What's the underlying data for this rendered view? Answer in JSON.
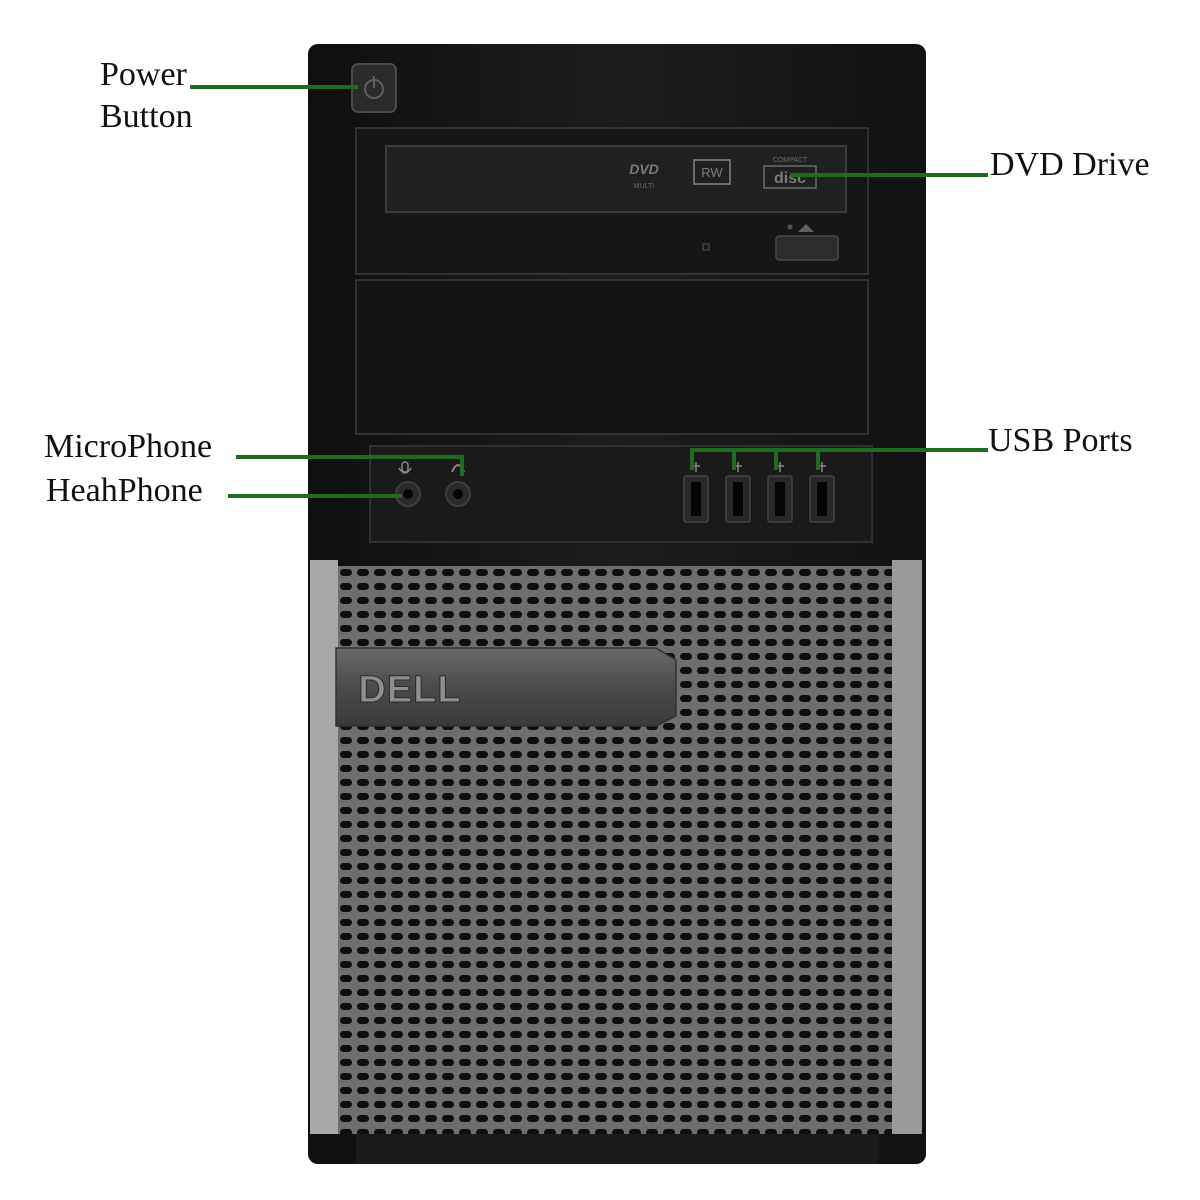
{
  "brand": {
    "logo_text": "DELL",
    "drive_marks": [
      "DVD",
      "MULTI",
      "RW",
      "COMPACT",
      "disc"
    ]
  },
  "colors": {
    "pointer": "#1f6b1f",
    "case_black": "#1c1c1e",
    "grille_silver": "#6d6d6d",
    "background": "#ffffff"
  },
  "labels": {
    "power_line1": "Power",
    "power_line2": "Button",
    "dvd": "DVD Drive",
    "microphone": "MicroPhone",
    "headphone": "HeahPhone",
    "usb": "USB Ports"
  },
  "icons": {
    "power": "power-icon",
    "microphone": "microphone-icon",
    "headphone": "headphone-icon",
    "usb": "usb-icon",
    "eject": "eject-icon"
  }
}
